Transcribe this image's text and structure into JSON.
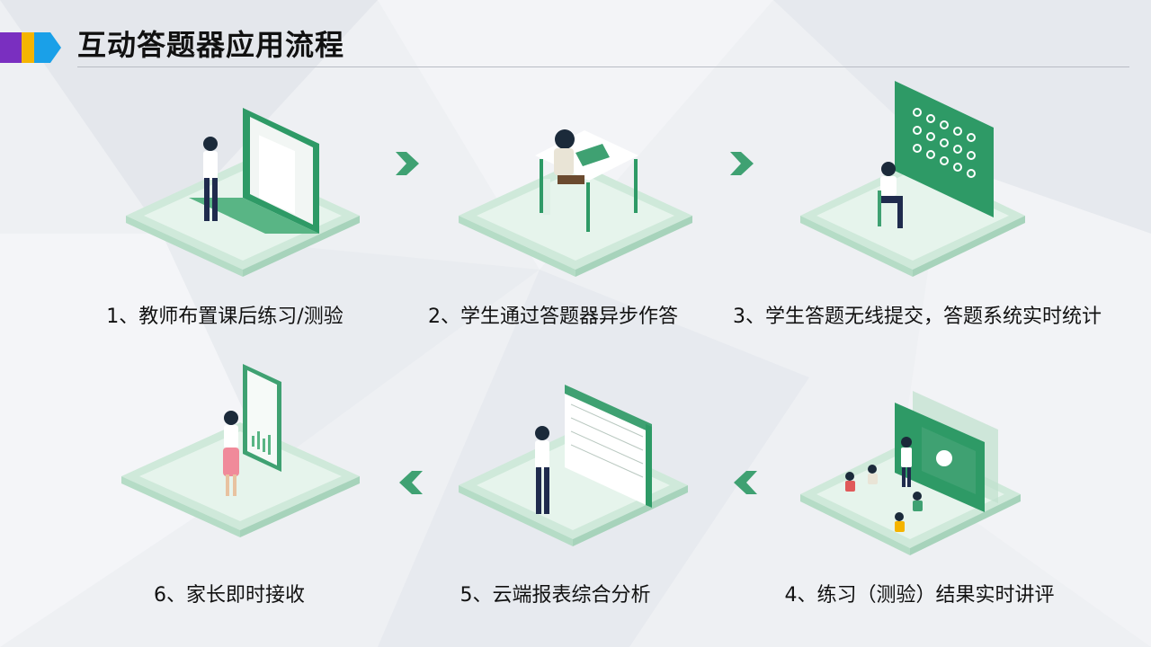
{
  "header": {
    "title": "互动答题器应用流程"
  },
  "colors": {
    "accent_purple": "#7a2fc0",
    "accent_yellow": "#f5b400",
    "accent_blue": "#1aa0e8",
    "green": "#2e9a66",
    "green_light": "#d9efe3"
  },
  "steps": [
    {
      "label": "1、教师布置课后练习/测验",
      "icon": "teacher-laptop-icon"
    },
    {
      "label": "2、学生通过答题器异步作答",
      "icon": "student-desk-icon"
    },
    {
      "label": "3、学生答题无线提交，答题系统实时统计",
      "icon": "student-board-icon"
    },
    {
      "label": "4、练习（测验）结果实时讲评",
      "icon": "classroom-screen-icon"
    },
    {
      "label": "5、云端报表综合分析",
      "icon": "cloud-report-icon"
    },
    {
      "label": "6、家长即时接收",
      "icon": "parent-tablet-icon"
    }
  ]
}
